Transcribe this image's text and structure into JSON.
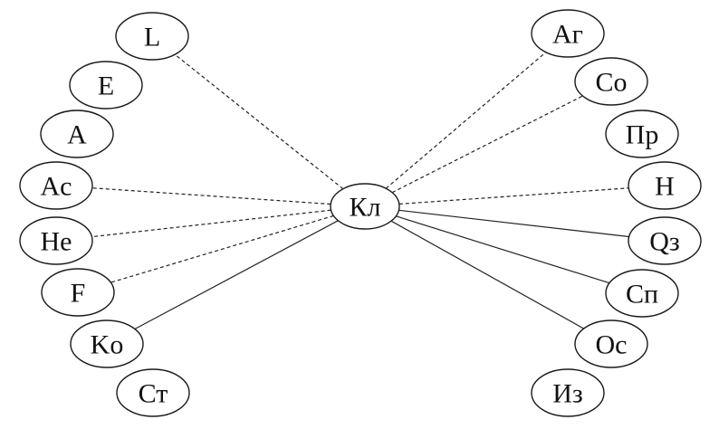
{
  "diagram": {
    "center": {
      "id": "center",
      "label": "Кл"
    },
    "left_nodes": [
      {
        "id": "L",
        "label": "L"
      },
      {
        "id": "E",
        "label": "E"
      },
      {
        "id": "A",
        "label": "A"
      },
      {
        "id": "Ac",
        "label": "Ac"
      },
      {
        "id": "He",
        "label": "He"
      },
      {
        "id": "F",
        "label": "F"
      },
      {
        "id": "Ko",
        "label": "Ko"
      },
      {
        "id": "Ct",
        "label": "Ст"
      }
    ],
    "right_nodes": [
      {
        "id": "Ar",
        "label": "Аг"
      },
      {
        "id": "Co",
        "label": "Co"
      },
      {
        "id": "Pr",
        "label": "Пр"
      },
      {
        "id": "H",
        "label": "H"
      },
      {
        "id": "Q3",
        "label": "Qз"
      },
      {
        "id": "Sp",
        "label": "Сп"
      },
      {
        "id": "Os",
        "label": "Oc"
      },
      {
        "id": "Iz",
        "label": "Из"
      }
    ],
    "edges": [
      {
        "from": "center",
        "to": "L",
        "style": "dashed"
      },
      {
        "from": "center",
        "to": "Ac",
        "style": "dashed"
      },
      {
        "from": "center",
        "to": "He",
        "style": "dashed"
      },
      {
        "from": "center",
        "to": "F",
        "style": "dashed"
      },
      {
        "from": "center",
        "to": "Ko",
        "style": "solid"
      },
      {
        "from": "center",
        "to": "Ar",
        "style": "dashed"
      },
      {
        "from": "center",
        "to": "Co",
        "style": "dashed"
      },
      {
        "from": "center",
        "to": "H",
        "style": "dashed"
      },
      {
        "from": "center",
        "to": "Q3",
        "style": "solid"
      },
      {
        "from": "center",
        "to": "Sp",
        "style": "solid"
      },
      {
        "from": "center",
        "to": "Os",
        "style": "solid"
      }
    ]
  }
}
